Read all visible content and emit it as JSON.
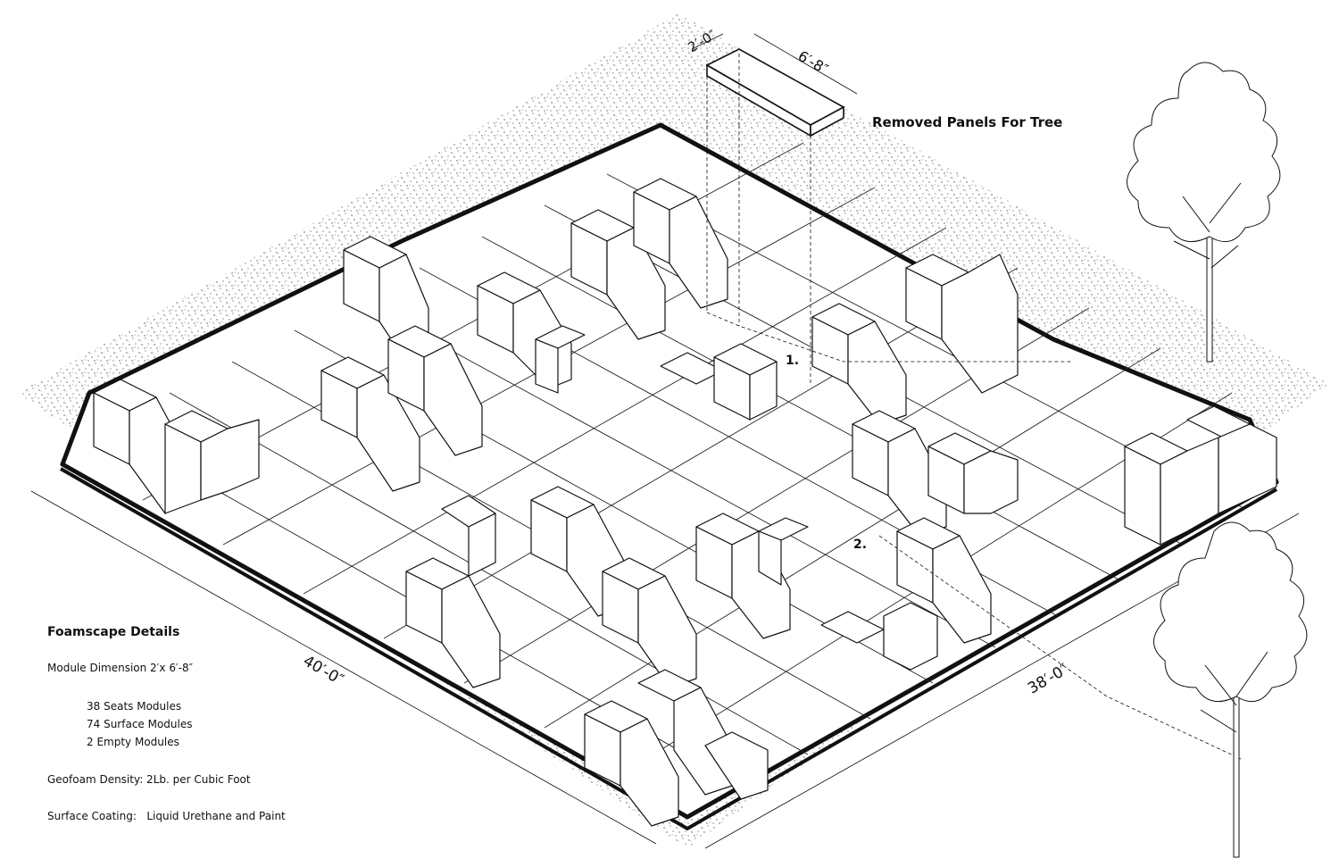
{
  "header": {
    "removed_panels_title": "Removed Panels For Tree",
    "panel_width_dim": "2′-0″",
    "panel_length_dim": "6′-8″"
  },
  "plan": {
    "dim_left": "40′-0″",
    "dim_right": "38′-0″",
    "marker_1": "1.",
    "marker_2": "2."
  },
  "details": {
    "title": "Foamscape Details",
    "module_dimension": "Module Dimension 2′x 6′-8″",
    "seats": "38 Seats Modules",
    "surface": "74 Surface Modules",
    "empty": "2 Empty Modules",
    "density": "Geofoam Density: 2Lb. per Cubic Foot",
    "coating": "Surface Coating:   Liquid Urethane and Paint"
  },
  "colors": {
    "ink": "#111111",
    "paper": "#ffffff",
    "stipple": "#555555"
  },
  "icons": [
    "tree-icon",
    "tree-icon"
  ]
}
